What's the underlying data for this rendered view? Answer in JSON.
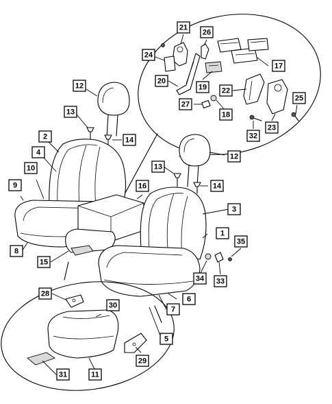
{
  "diagram": {
    "callouts": [
      {
        "id": "1",
        "label": "1"
      },
      {
        "id": "2",
        "label": "2"
      },
      {
        "id": "3",
        "label": "3"
      },
      {
        "id": "4",
        "label": "4"
      },
      {
        "id": "5",
        "label": "5"
      },
      {
        "id": "6",
        "label": "6"
      },
      {
        "id": "7",
        "label": "7"
      },
      {
        "id": "8",
        "label": "8"
      },
      {
        "id": "9",
        "label": "9"
      },
      {
        "id": "10",
        "label": "10"
      },
      {
        "id": "11",
        "label": "11"
      },
      {
        "id": "12a",
        "label": "12"
      },
      {
        "id": "12b",
        "label": "12"
      },
      {
        "id": "13a",
        "label": "13"
      },
      {
        "id": "13b",
        "label": "13"
      },
      {
        "id": "14a",
        "label": "14"
      },
      {
        "id": "14b",
        "label": "14"
      },
      {
        "id": "15",
        "label": "15"
      },
      {
        "id": "16",
        "label": "16"
      },
      {
        "id": "17",
        "label": "17"
      },
      {
        "id": "18",
        "label": "18"
      },
      {
        "id": "19",
        "label": "19"
      },
      {
        "id": "20",
        "label": "20"
      },
      {
        "id": "21",
        "label": "21"
      },
      {
        "id": "22",
        "label": "22"
      },
      {
        "id": "23",
        "label": "23"
      },
      {
        "id": "24",
        "label": "24"
      },
      {
        "id": "25",
        "label": "25"
      },
      {
        "id": "26",
        "label": "26"
      },
      {
        "id": "27",
        "label": "27"
      },
      {
        "id": "28",
        "label": "28"
      },
      {
        "id": "29",
        "label": "29"
      },
      {
        "id": "30",
        "label": "30"
      },
      {
        "id": "31",
        "label": "31"
      },
      {
        "id": "32",
        "label": "32"
      },
      {
        "id": "33",
        "label": "33"
      },
      {
        "id": "34",
        "label": "34"
      },
      {
        "id": "35",
        "label": "35"
      }
    ]
  }
}
